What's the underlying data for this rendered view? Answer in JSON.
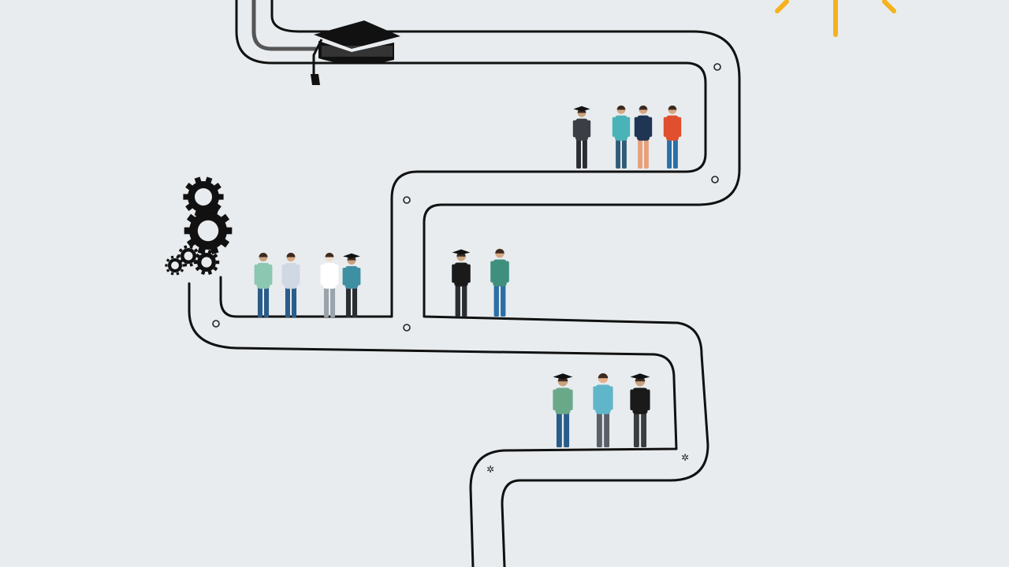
{
  "scene": {
    "background": "#e8ecef",
    "road_color": "#111111",
    "sun_color": "#f5b21b",
    "icons": [
      "graduation-cap-icon",
      "gears-icon",
      "sun-rays-icon"
    ]
  },
  "groups": [
    {
      "name": "top-right-group",
      "people": [
        {
          "role": "graduate",
          "top": "#3b3f45",
          "legs": "#2a2d31",
          "skin": "#c9a27e",
          "cap": true
        },
        {
          "role": "student",
          "top": "#4ab3b7",
          "legs": "#2f5b78",
          "skin": "#d8a883"
        },
        {
          "role": "student",
          "top": "#1f3554",
          "legs": "#e8a07a",
          "skin": "#d8a883"
        },
        {
          "role": "student",
          "top": "#e04f2e",
          "legs": "#2a6fa6",
          "skin": "#d8a883"
        }
      ]
    },
    {
      "name": "left-group",
      "people": [
        {
          "role": "student",
          "top": "#8cc7b2",
          "legs": "#2a5c8a",
          "skin": "#c9a27e"
        },
        {
          "role": "student",
          "top": "#cfd8e3",
          "legs": "#2a5c8a",
          "skin": "#d8a883"
        },
        {
          "role": "student",
          "top": "#ffffff",
          "legs": "#9aa3ab",
          "skin": "#f0dccb"
        },
        {
          "role": "graduate",
          "top": "#3f8fa3",
          "legs": "#2a2d31",
          "skin": "#c9a27e",
          "cap": true
        }
      ]
    },
    {
      "name": "middle-group",
      "people": [
        {
          "role": "graduate",
          "top": "#1a1a1a",
          "legs": "#2a2d31",
          "skin": "#c9a27e",
          "cap": true
        },
        {
          "role": "student",
          "top": "#3f8f7f",
          "legs": "#2a6fa6",
          "skin": "#d8a883"
        }
      ]
    },
    {
      "name": "bottom-group",
      "people": [
        {
          "role": "graduate",
          "top": "#6aa88a",
          "legs": "#2a5c8a",
          "skin": "#c9a27e",
          "cap": true
        },
        {
          "role": "student",
          "top": "#5fb6c9",
          "legs": "#5a6068",
          "skin": "#e8b08c"
        },
        {
          "role": "graduate",
          "top": "#1a1a1a",
          "legs": "#3a3d41",
          "skin": "#c9a27e",
          "cap": true
        }
      ]
    }
  ]
}
